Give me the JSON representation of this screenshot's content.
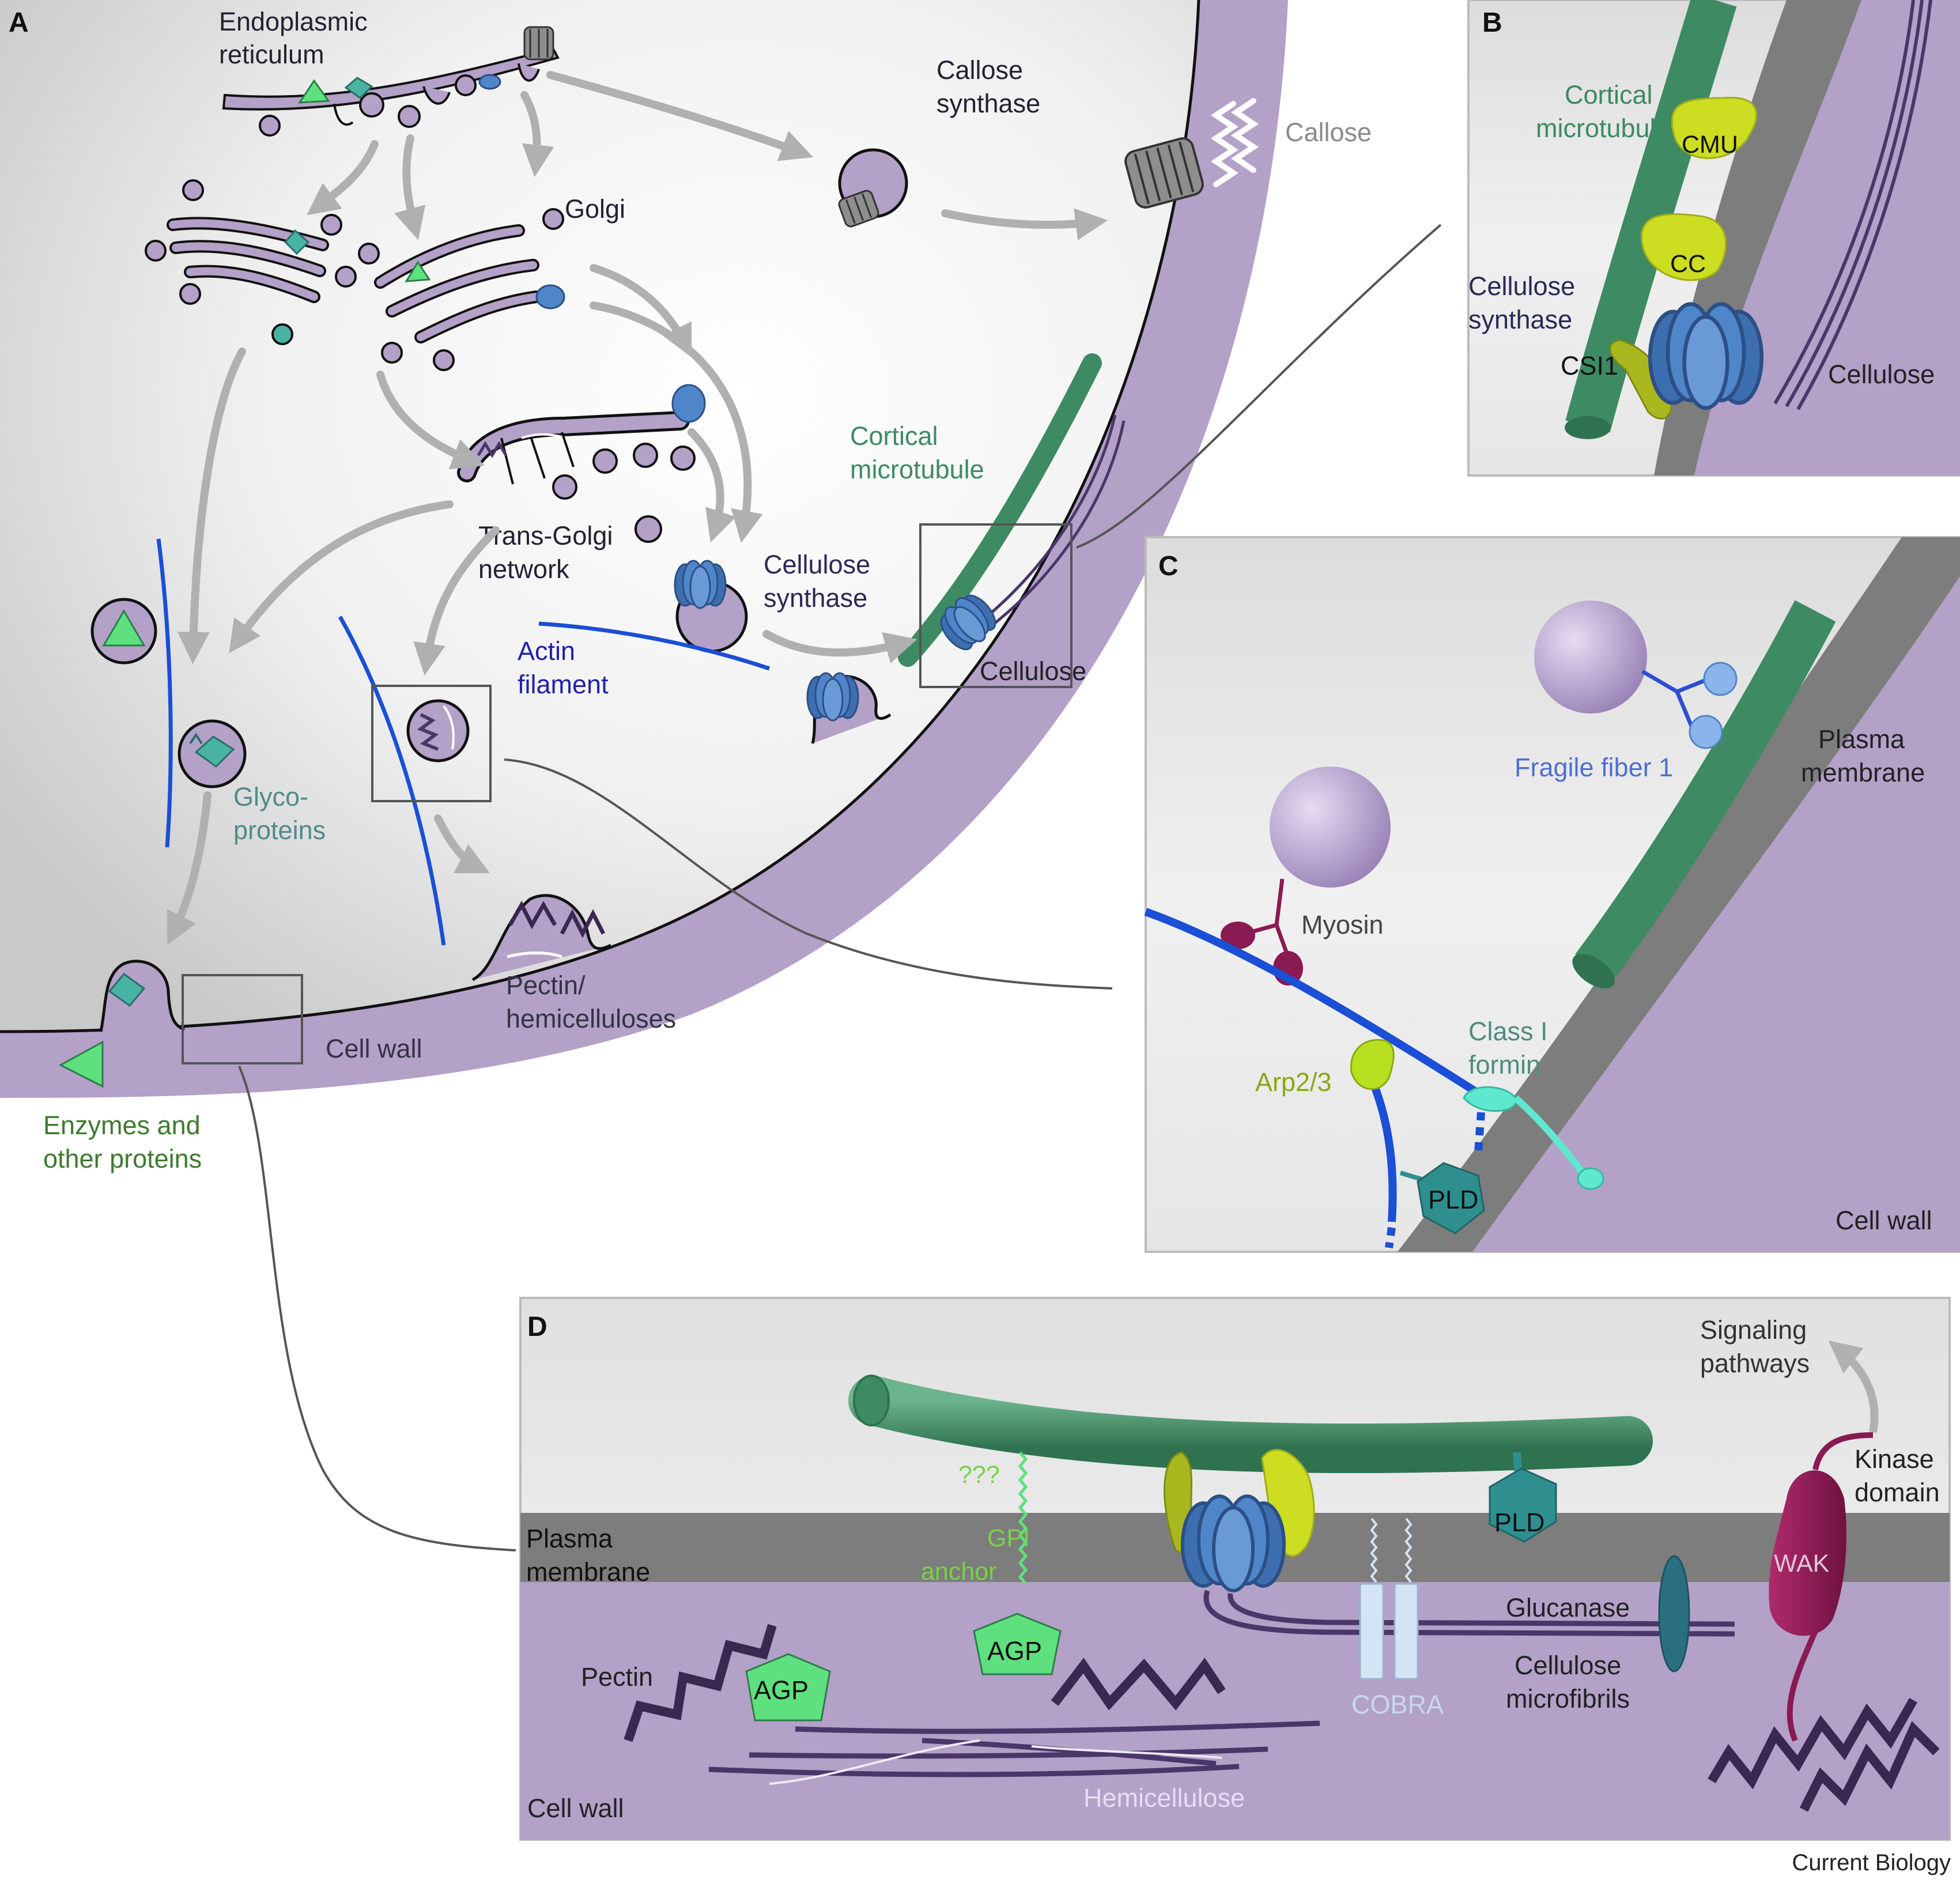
{
  "panels": {
    "a": {
      "letter": "A"
    },
    "b": {
      "letter": "B"
    },
    "c": {
      "letter": "C"
    },
    "d": {
      "letter": "D"
    }
  },
  "labels": {
    "a": {
      "er_1": "Endoplasmic",
      "er_2": "reticulum",
      "callose_synthase_1": "Callose",
      "callose_synthase_2": "synthase",
      "callose": "Callose",
      "golgi": "Golgi",
      "cortical_mt_1": "Cortical",
      "cortical_mt_2": "microtubule",
      "tgn_1": "Trans-Golgi",
      "tgn_2": "network",
      "cesa_1": "Cellulose",
      "cesa_2": "synthase",
      "actin_1": "Actin",
      "actin_2": "filament",
      "cellulose": "Cellulose",
      "glyco_1": "Glyco-",
      "glyco_2": "proteins",
      "pectin_1": "Pectin/",
      "pectin_2": "hemicelluloses",
      "cell_wall": "Cell wall",
      "enzymes_1": "Enzymes and",
      "enzymes_2": "other proteins"
    },
    "b": {
      "cortical_1": "Cortical",
      "cortical_2": "microtubule",
      "cmu": "CMU",
      "cc": "CC",
      "cesa_1": "Cellulose",
      "cesa_2": "synthase",
      "csi1": "CSI1",
      "cellulose": "Cellulose"
    },
    "c": {
      "fragile_fiber": "Fragile fiber 1",
      "pm_1": "Plasma",
      "pm_2": "membrane",
      "myosin": "Myosin",
      "class1_1": "Class I",
      "class1_2": "formin",
      "arp23": "Arp2/3",
      "pld": "PLD",
      "cell_wall": "Cell wall"
    },
    "d": {
      "signaling_1": "Signaling",
      "signaling_2": "pathways",
      "kinase_1": "Kinase",
      "kinase_2": "domain",
      "unknown": "???",
      "gpi_1": "GPI",
      "gpi_2": "anchor",
      "pm_1": "Plasma",
      "pm_2": "membrane",
      "pld": "PLD",
      "wak": "WAK",
      "glucanase": "Glucanase",
      "cellulose_1": "Cellulose",
      "cellulose_2": "microfibrils",
      "agp_1": "AGP",
      "agp_2": "AGP",
      "pectin": "Pectin",
      "cobra": "COBRA",
      "hemicellulose": "Hemicellulose",
      "cell_wall": "Cell wall"
    }
  },
  "credit": "Current Biology",
  "colors": {
    "membrane": "#b3a1c8",
    "organelle_stroke": "#2a2030",
    "microtubule": "#3d8a63",
    "actin": "#1a4fd6",
    "cellulose": "#4a3668",
    "cesa": "#4f86c9",
    "yellow_protein": "#ccdd22",
    "pld": "#2f8f8f",
    "agp": "#5fe07f",
    "wak": "#8a1a52",
    "plasma_membrane": "#7d7d7d",
    "arrow": "#b0b0b0"
  }
}
